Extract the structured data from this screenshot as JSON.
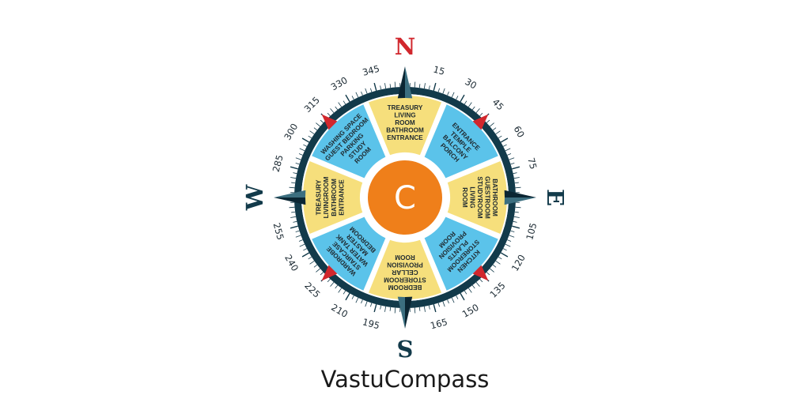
{
  "app": {
    "title": "VastuCompass"
  },
  "colors": {
    "ring": "#123a4a",
    "yellow": "#f6df7c",
    "blue": "#5bc3ea",
    "center": "#ef7f1a",
    "north": "#d1272d",
    "cardinal": "#123a4a",
    "marker": "#d1272d"
  },
  "compass": {
    "center_letter": "C",
    "cardinals": {
      "north": "N",
      "east": "E",
      "south": "S",
      "west": "W"
    },
    "degree_labels": [
      "15",
      "30",
      "45",
      "60",
      "75",
      "105",
      "120",
      "135",
      "150",
      "165",
      "195",
      "210",
      "225",
      "240",
      "255",
      "285",
      "300",
      "315",
      "330",
      "345"
    ],
    "sectors": [
      {
        "direction": "north",
        "lines": [
          "TREASURY",
          "LIVING",
          "ROOM",
          "BATHROOM",
          "ENTRANCE"
        ]
      },
      {
        "direction": "northeast",
        "lines": [
          "ENTRANCE",
          "TEMPLE",
          "BALCONY",
          "PORCH"
        ]
      },
      {
        "direction": "east",
        "lines": [
          "BATHROOM",
          "GUESTROOM",
          "STUDYROOM",
          "LIVING",
          "ROOM"
        ]
      },
      {
        "direction": "southeast",
        "lines": [
          "KITCHEN",
          "STOREROOM",
          "PLANTS",
          "PROVISION",
          "ROOM"
        ]
      },
      {
        "direction": "south",
        "lines": [
          "BEDROOM",
          "STOREROOM",
          "CELLAR",
          "PROVISION",
          "ROOM"
        ]
      },
      {
        "direction": "southwest",
        "lines": [
          "WARDROBE",
          "STAIRCASE",
          "WATER TANK",
          "MASTER",
          "BEDROOM"
        ]
      },
      {
        "direction": "west",
        "lines": [
          "TREASURY",
          "LIVINGROOM",
          "BATHROOM",
          "ENTRANCE"
        ]
      },
      {
        "direction": "northwest",
        "lines": [
          "WASHING SPACE",
          "GUEST BEDROOM",
          "PARKING",
          "STUDY",
          "ROOM"
        ]
      }
    ]
  }
}
